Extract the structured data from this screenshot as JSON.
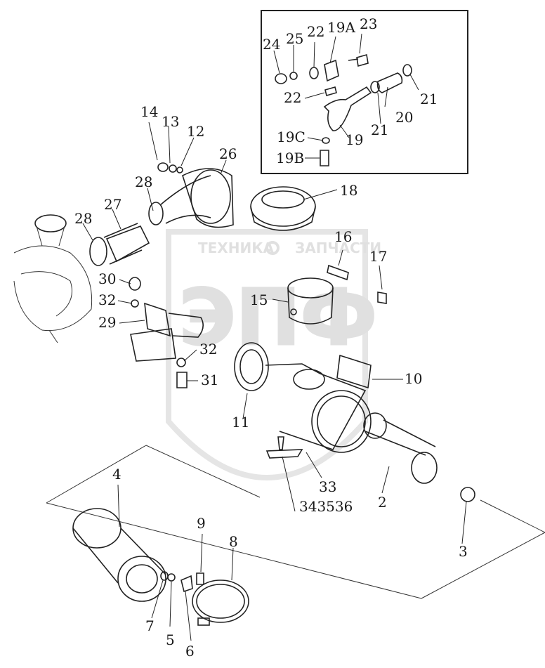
{
  "watermark": {
    "brand_text": "ТЕХНИКА",
    "brand_text_2": "ЗАПЧАСТИ",
    "logo_letters": "ЭПФ"
  },
  "callouts": [
    {
      "id": "c-23",
      "text": "23"
    },
    {
      "id": "c-22a",
      "text": "22"
    },
    {
      "id": "c-19a",
      "text": "19A"
    },
    {
      "id": "c-24",
      "text": "24"
    },
    {
      "id": "c-25",
      "text": "25"
    },
    {
      "id": "c-22b",
      "text": "22"
    },
    {
      "id": "c-21a",
      "text": "21"
    },
    {
      "id": "c-20",
      "text": "20"
    },
    {
      "id": "c-21b",
      "text": "21"
    },
    {
      "id": "c-19",
      "text": "19"
    },
    {
      "id": "c-19c",
      "text": "19C"
    },
    {
      "id": "c-19b",
      "text": "19B"
    },
    {
      "id": "c-14",
      "text": "14"
    },
    {
      "id": "c-13",
      "text": "13"
    },
    {
      "id": "c-12",
      "text": "12"
    },
    {
      "id": "c-26",
      "text": "26"
    },
    {
      "id": "c-28a",
      "text": "28"
    },
    {
      "id": "c-27",
      "text": "27"
    },
    {
      "id": "c-28b",
      "text": "28"
    },
    {
      "id": "c-18",
      "text": "18"
    },
    {
      "id": "c-16",
      "text": "16"
    },
    {
      "id": "c-17",
      "text": "17"
    },
    {
      "id": "c-30",
      "text": "30"
    },
    {
      "id": "c-15",
      "text": "15"
    },
    {
      "id": "c-32a",
      "text": "32"
    },
    {
      "id": "c-29",
      "text": "29"
    },
    {
      "id": "c-32b",
      "text": "32"
    },
    {
      "id": "c-31",
      "text": "31"
    },
    {
      "id": "c-10",
      "text": "10"
    },
    {
      "id": "c-11",
      "text": "11"
    },
    {
      "id": "c-33",
      "text": "33"
    },
    {
      "id": "c-343536",
      "text": "343536"
    },
    {
      "id": "c-2",
      "text": "2"
    },
    {
      "id": "c-4",
      "text": "4"
    },
    {
      "id": "c-9",
      "text": "9"
    },
    {
      "id": "c-8",
      "text": "8"
    },
    {
      "id": "c-3",
      "text": "3"
    },
    {
      "id": "c-7",
      "text": "7"
    },
    {
      "id": "c-5",
      "text": "5"
    },
    {
      "id": "c-6",
      "text": "6"
    }
  ]
}
